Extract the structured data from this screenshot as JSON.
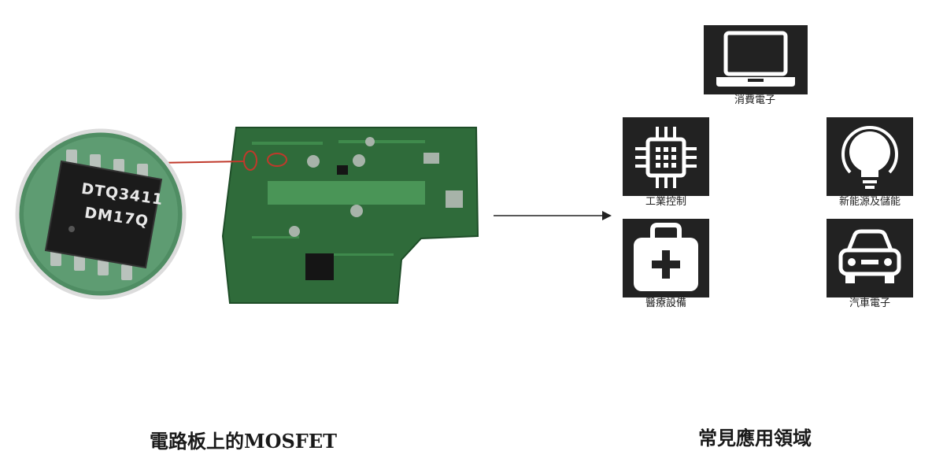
{
  "chip": {
    "marking_line1": "DTQ3411",
    "marking_line2": "DM17Q"
  },
  "applications": {
    "consumer": "消費電子",
    "industrial": "工業控制",
    "energy": "新能源及儲能",
    "medical": "醫療設備",
    "automotive": "汽車電子"
  },
  "captions": {
    "left": "電路板上的MOSFET",
    "right": "常見應用領域"
  },
  "colors": {
    "pcb_green": "#2f6b3a",
    "tile_dark": "#222222",
    "callout_red": "#c0392b"
  }
}
